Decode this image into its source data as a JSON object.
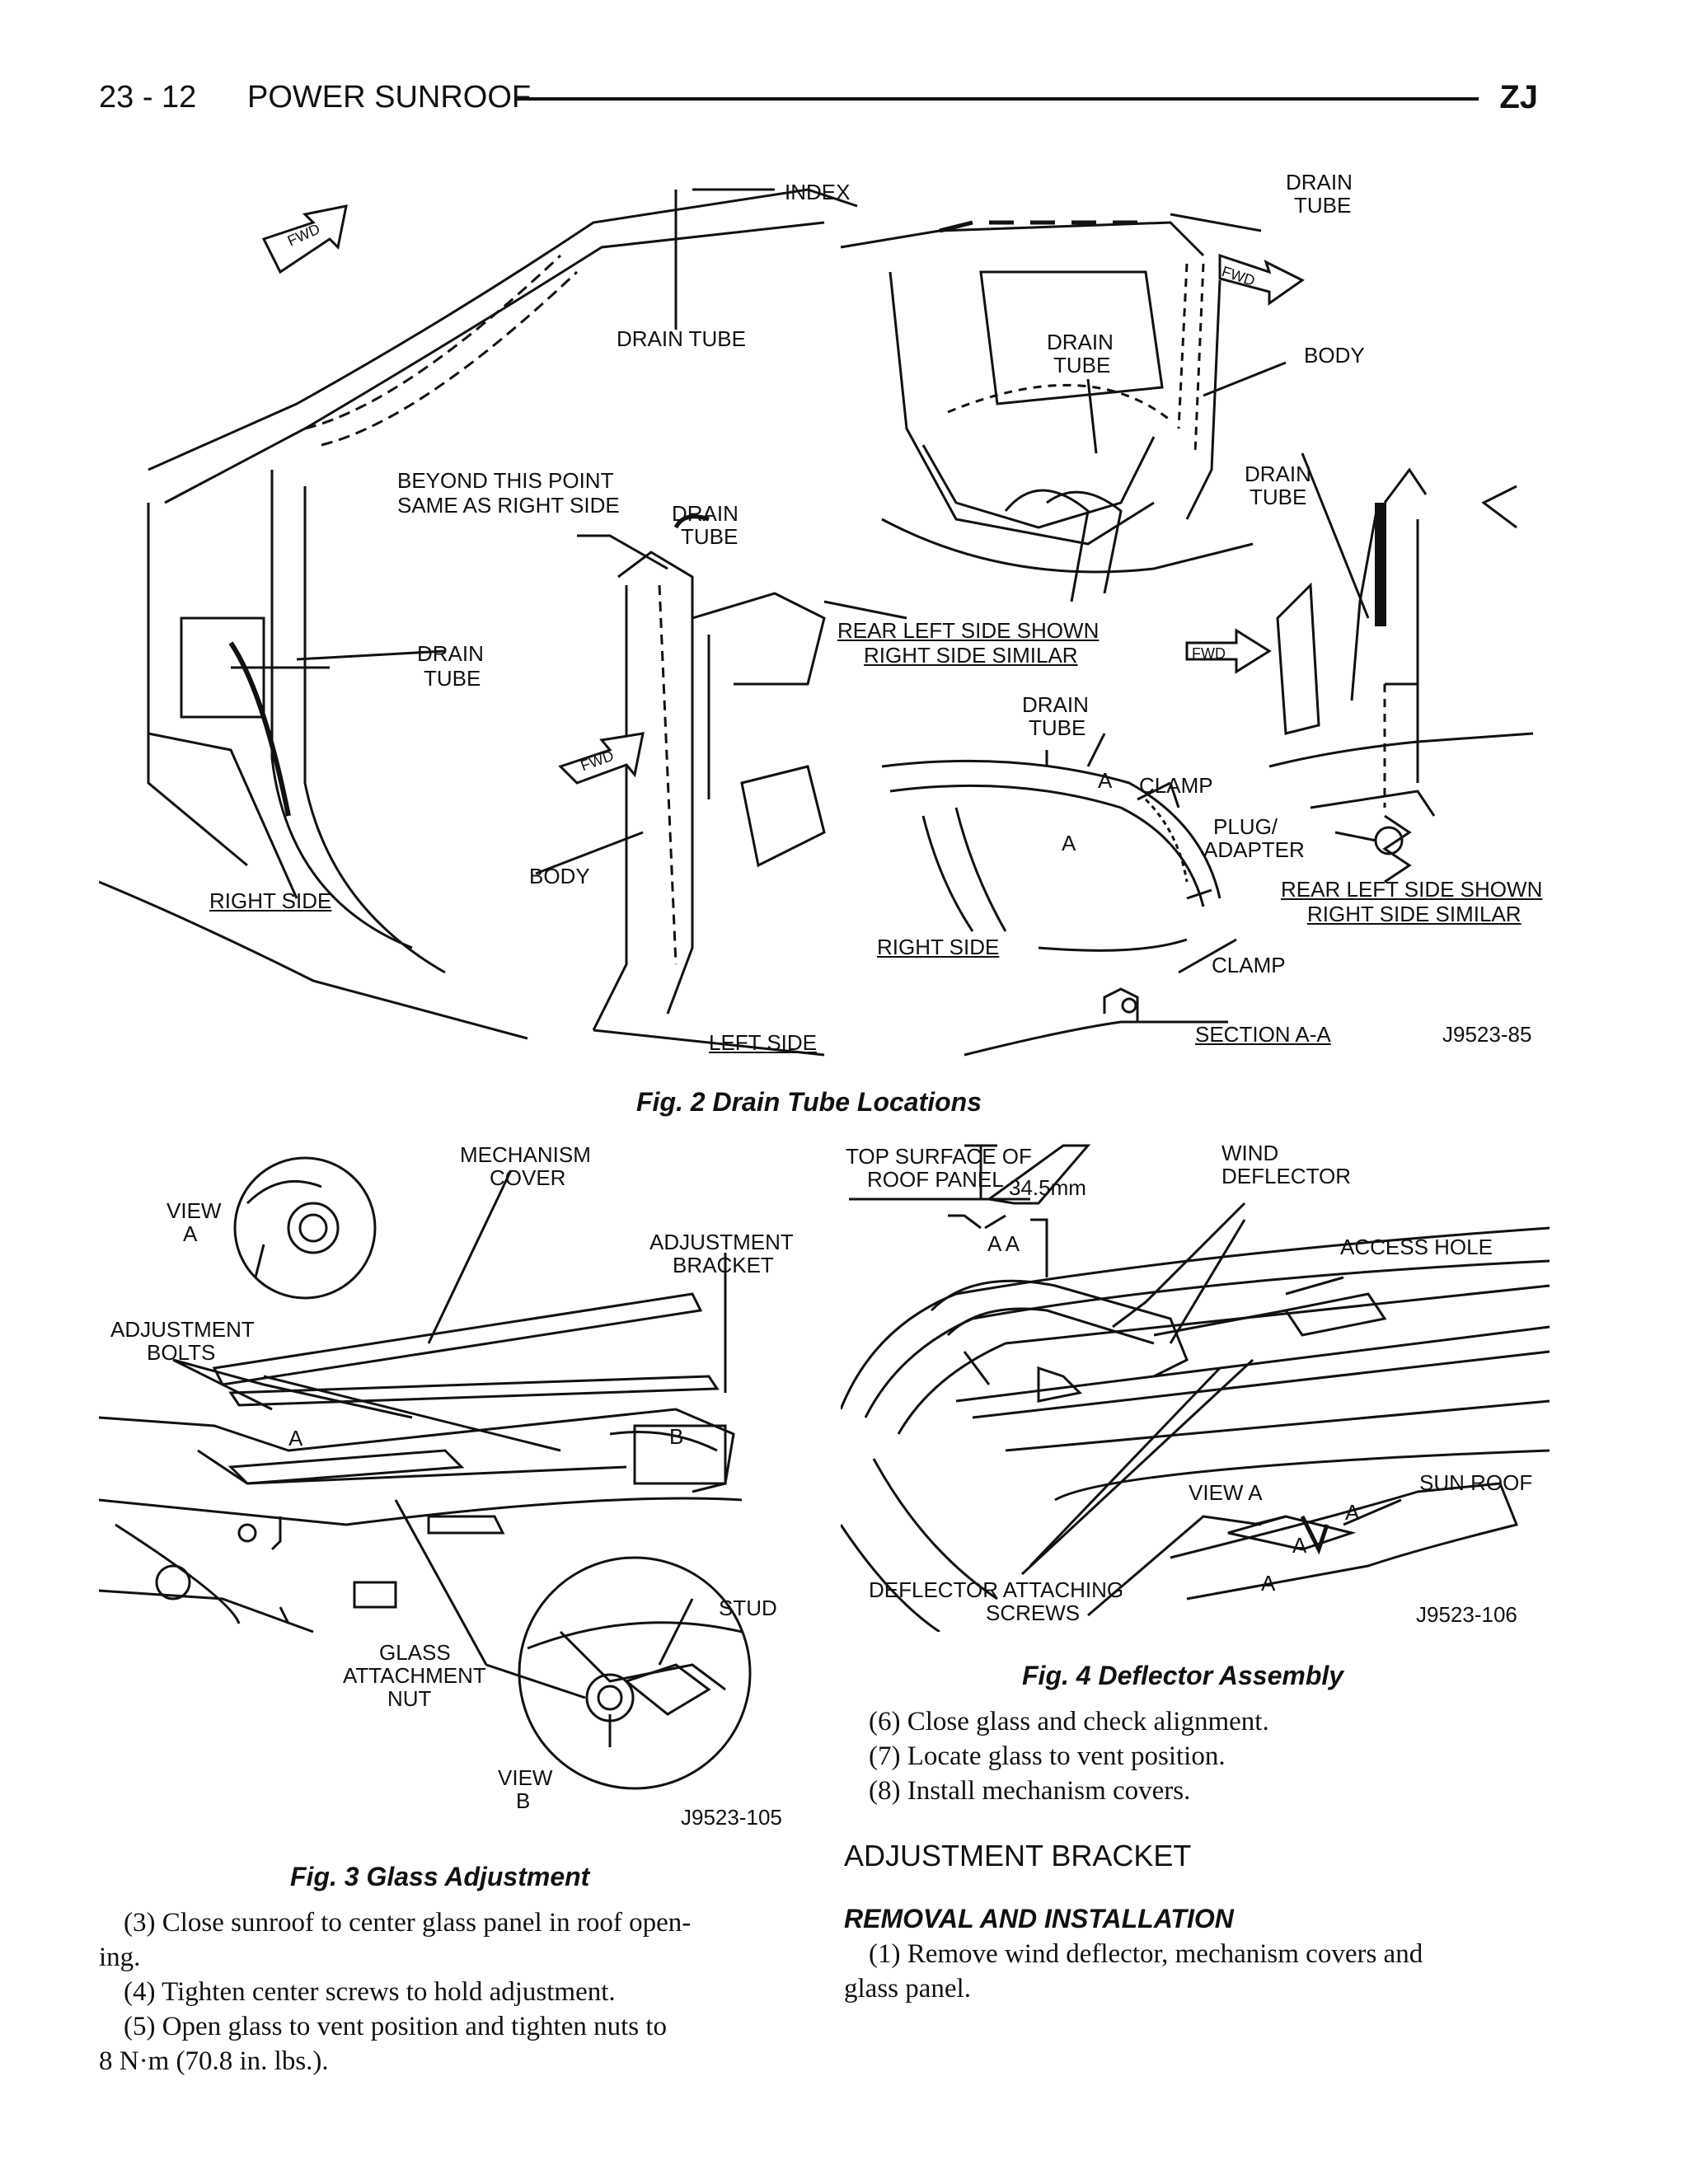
{
  "header": {
    "page_number": "23 - 12",
    "section_title": "POWER SUNROOF",
    "model_code": "ZJ"
  },
  "fig2": {
    "caption": "Fig. 2 Drain Tube Locations",
    "labels": {
      "index": "INDEX",
      "drain_tube_1": "DRAIN TUBE",
      "beyond_1": "BEYOND THIS POINT",
      "beyond_2": "SAME AS RIGHT SIDE",
      "drain_tube_2a": "DRAIN",
      "drain_tube_2b": "TUBE",
      "drain_tube_3a": "DRAIN",
      "drain_tube_3b": "TUBE",
      "body_left": "BODY",
      "right_side": "RIGHT SIDE",
      "left_side": "LEFT SIDE",
      "drain_tube_4a": "DRAIN",
      "drain_tube_4b": "TUBE",
      "drain_tube_5a": "DRAIN",
      "drain_tube_5b": "TUBE",
      "body_right": "BODY",
      "rear_left_1a": "REAR LEFT SIDE SHOWN",
      "rear_left_1b": "RIGHT SIDE SIMILAR",
      "drain_tube_6a": "DRAIN",
      "drain_tube_6b": "TUBE",
      "drain_tube_7a": "DRAIN",
      "drain_tube_7b": "TUBE",
      "section_mark_a1": "A",
      "section_mark_a2": "A",
      "clamp_1": "CLAMP",
      "plug_a": "PLUG/",
      "plug_b": "ADAPTER",
      "rear_left_2a": "REAR LEFT SIDE SHOWN",
      "rear_left_2b": "RIGHT SIDE SIMILAR",
      "right_side_2": "RIGHT SIDE",
      "clamp_2": "CLAMP",
      "section_aa": "SECTION A-A",
      "fwd_1": "FWD",
      "fwd_2": "FWD",
      "fwd_3": "FWD",
      "fwd_4": "FWD",
      "fig_id": "J9523-85"
    }
  },
  "fig3": {
    "caption": "Fig. 3 Glass Adjustment",
    "labels": {
      "mechanism_a": "MECHANISM",
      "mechanism_b": "COVER",
      "view_a_1": "VIEW",
      "view_a_2": "A",
      "adjustment_bracket_a": "ADJUSTMENT",
      "adjustment_bracket_b": "BRACKET",
      "adjustment_bolts_a": "ADJUSTMENT",
      "adjustment_bolts_b": "BOLTS",
      "mark_a": "A",
      "mark_b": "B",
      "stud": "STUD",
      "glass_nut_a": "GLASS",
      "glass_nut_b": "ATTACHMENT",
      "glass_nut_c": "NUT",
      "view_b_1": "VIEW",
      "view_b_2": "B",
      "fig_id": "J9523-105"
    }
  },
  "fig4": {
    "caption": "Fig. 4 Deflector Assembly",
    "labels": {
      "top_surface_a": "TOP SURFACE OF",
      "top_surface_b": "ROOF PANEL",
      "dimension": "34.5mm",
      "aa": "A A",
      "wind_deflector_a": "WIND",
      "wind_deflector_b": "DEFLECTOR",
      "access_hole": "ACCESS HOLE",
      "view_a": "VIEW A",
      "sun_roof": "SUN ROOF",
      "mark_a1": "A",
      "mark_a2": "A",
      "mark_a3": "A",
      "deflector_screws_a": "DEFLECTOR ATTACHING",
      "deflector_screws_b": "SCREWS",
      "fig_id": "J9523-106"
    }
  },
  "left_text": {
    "step3_a": "(3) Close sunroof to center glass panel in roof open-",
    "step3_b": "ing.",
    "step4": "(4) Tighten center screws to hold adjustment.",
    "step5_a": "(5) Open glass to vent position and tighten nuts to",
    "step5_b": "8 N·m (70.8 in. lbs.)."
  },
  "right_text": {
    "step6": "(6) Close glass and check alignment.",
    "step7": "(7) Locate glass to vent position.",
    "step8": "(8) Install mechanism covers.",
    "section_heading": "ADJUSTMENT BRACKET",
    "subheading": "REMOVAL AND INSTALLATION",
    "step1_a": "(1) Remove wind deflector, mechanism covers and",
    "step1_b": "glass panel."
  }
}
